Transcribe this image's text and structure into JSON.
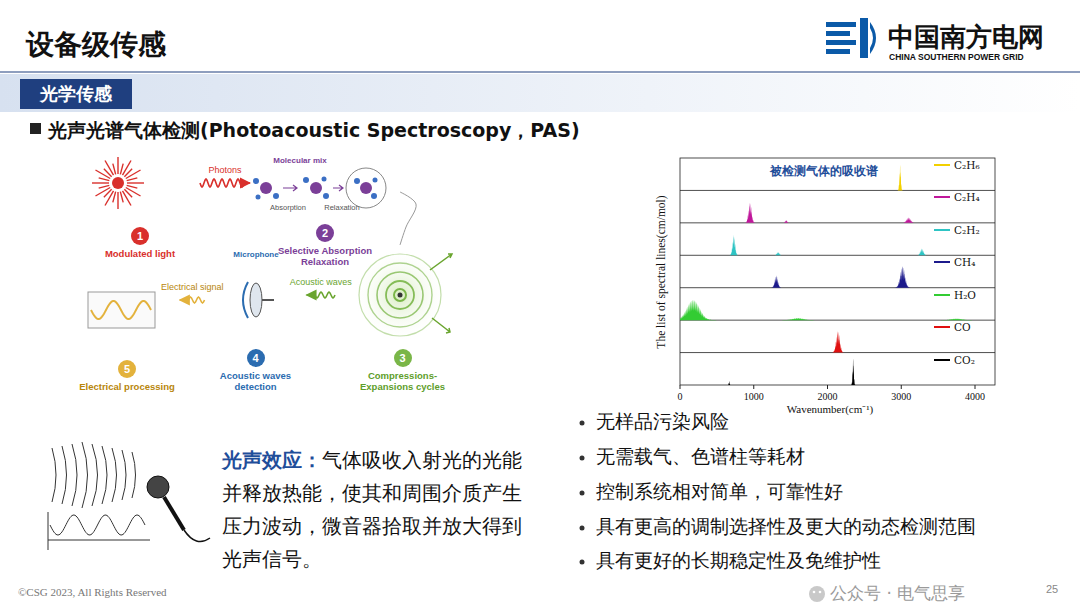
{
  "diagram": {
    "title": "设备级传感",
    "nodes": [
      {
        "text": [
          "光学传感"
        ]
      },
      {
        "text": [
          "Modulated light"
        ]
      },
      {
        "text": [
          "1"
        ],
        "in": 1
      },
      {
        "text": [
          "Selective Absorption Relaxation"
        ]
      },
      {
        "text": [
          "2"
        ],
        "in": 3
      },
      {
        "text": [
          "Compressions- Expansions cycles"
        ]
      },
      {
        "text": [
          "3"
        ],
        "in": 5
      },
      {
        "text": [
          "Acoustic waves detection"
        ]
      },
      {
        "text": [
          "4"
        ],
        "in": 7
      },
      {
        "text": [
          "Electrical processing"
        ]
      },
      {
        "text": [
          "5"
        ],
        "in": 9
      }
    ],
    "edges": [
      {
        "from": 1,
        "to": 3,
        "arrow": "to",
        "label": "Photons"
      },
      {
        "from": 3,
        "to": 5,
        "arrow": "none"
      },
      {
        "from": 5,
        "to": 7,
        "arrow": "to",
        "label": "Acoustic waves"
      },
      {
        "from": 7,
        "to": 9,
        "arrow": "to",
        "label": "Electrical signal"
      }
    ],
    "labels": [
      "中国南方电网",
      "CHINA SOUTHERN POWER GRID",
      "光声光谱气体检测(Photoacoustic Spectroscopy，PAS)",
      "Molecular mix",
      "Absorption",
      "Relaxation",
      "Microphone",
      "光声效应：",
      "气体吸收入射光的光能并释放热能，使其和周围介质产生压力波动，微音器拾取并放大得到光声信号。",
      "被检测气体的吸收谱",
      "The list of spectral lines(cm/mol)",
      "0",
      "1000",
      "2000",
      "3000",
      "4000",
      "Wavenumber(cm⁻¹)",
      "无样品污染风险",
      "无需载气、色谱柱等耗材",
      "控制系统相对简单，可靠性好",
      "具有更高的调制选择性及更大的动态检测范围",
      "具有更好的长期稳定性及免维护性",
      "©CSG 2023, All Rights Reserved",
      "25",
      "公众号 · 电气思享"
    ],
    "legend": [
      {
        "text": "C₂H₆",
        "color": "#f2d000"
      },
      {
        "text": "C₂H₄",
        "color": "#c0179b"
      },
      {
        "text": "C₂H₂",
        "color": "#2ec4c4"
      },
      {
        "text": "CH₄",
        "color": "#1c1a8c"
      },
      {
        "text": "H₂O",
        "color": "#33cc33"
      },
      {
        "text": "CO",
        "color": "#e01010"
      },
      {
        "text": "CO₂",
        "color": "#000000"
      }
    ]
  }
}
